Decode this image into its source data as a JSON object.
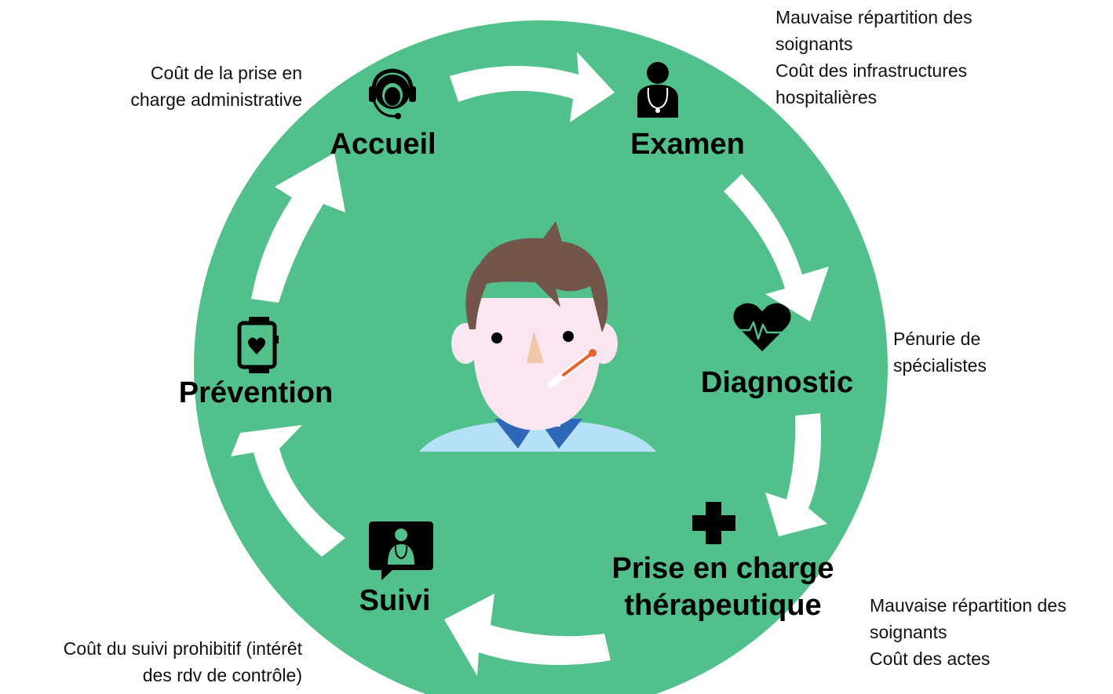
{
  "colors": {
    "circle": "#52c08b",
    "arrow": "#ffffff",
    "icon": "#000000",
    "hair": "#735549",
    "face": "#fae6f0",
    "collar": "#2d67b8",
    "shirt": "#b6e0f5",
    "nose": "#f0c8a8",
    "thermometer": "#e8632b"
  },
  "stages": {
    "accueil": "Accueil",
    "examen": "Examen",
    "diagnostic": "Diagnostic",
    "prise_line1": "Prise en charge",
    "prise_line2": "thérapeutique",
    "suivi": "Suivi",
    "prevention": "Prévention"
  },
  "icons": {
    "accueil": "headset-operator-icon",
    "examen": "doctor-stethoscope-icon",
    "diagnostic": "heart-pulse-icon",
    "prise": "medical-cross-icon",
    "suivi": "telemedicine-doctor-icon",
    "prevention": "smartwatch-heart-icon",
    "center": "sick-patient-thermometer-icon"
  },
  "annotations": {
    "accueil": [
      "Coût de la prise en",
      "charge administrative"
    ],
    "examen": [
      "Mauvaise répartition des",
      "soignants",
      "Coût des infrastructures",
      "hospitalières"
    ],
    "diagnostic": [
      "Pénurie de",
      "spécialistes"
    ],
    "prise": [
      "Mauvaise répartition des",
      "soignants",
      "Coût des actes"
    ],
    "suivi": [
      "Coût du suivi prohibitif (intérêt",
      "des rdv de contrôle)"
    ]
  }
}
